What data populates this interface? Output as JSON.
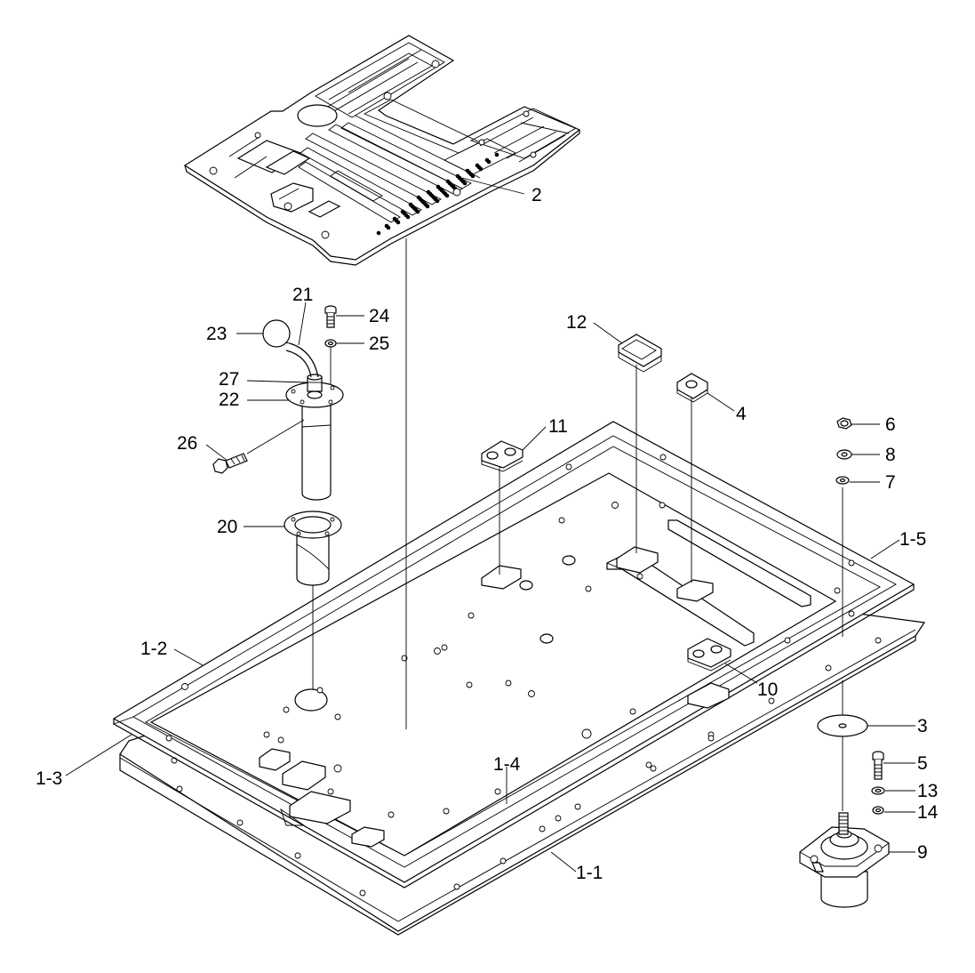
{
  "callouts": [
    {
      "id": "c2",
      "label": "2"
    },
    {
      "id": "c21",
      "label": "21"
    },
    {
      "id": "c24",
      "label": "24"
    },
    {
      "id": "c23",
      "label": "23"
    },
    {
      "id": "c25",
      "label": "25"
    },
    {
      "id": "c27",
      "label": "27"
    },
    {
      "id": "c22",
      "label": "22"
    },
    {
      "id": "c26",
      "label": "26"
    },
    {
      "id": "c20",
      "label": "20"
    },
    {
      "id": "c12",
      "label": "12"
    },
    {
      "id": "c4",
      "label": "4"
    },
    {
      "id": "c11",
      "label": "11"
    },
    {
      "id": "c6",
      "label": "6"
    },
    {
      "id": "c8",
      "label": "8"
    },
    {
      "id": "c7",
      "label": "7"
    },
    {
      "id": "c1-5",
      "label": "1-5"
    },
    {
      "id": "c1-2",
      "label": "1-2"
    },
    {
      "id": "c10",
      "label": "10"
    },
    {
      "id": "c3",
      "label": "3"
    },
    {
      "id": "c1-3",
      "label": "1-3"
    },
    {
      "id": "c1-4",
      "label": "1-4"
    },
    {
      "id": "c5",
      "label": "5"
    },
    {
      "id": "c13",
      "label": "13"
    },
    {
      "id": "c14",
      "label": "14"
    },
    {
      "id": "c9",
      "label": "9"
    },
    {
      "id": "c1-1",
      "label": "1-1"
    }
  ]
}
